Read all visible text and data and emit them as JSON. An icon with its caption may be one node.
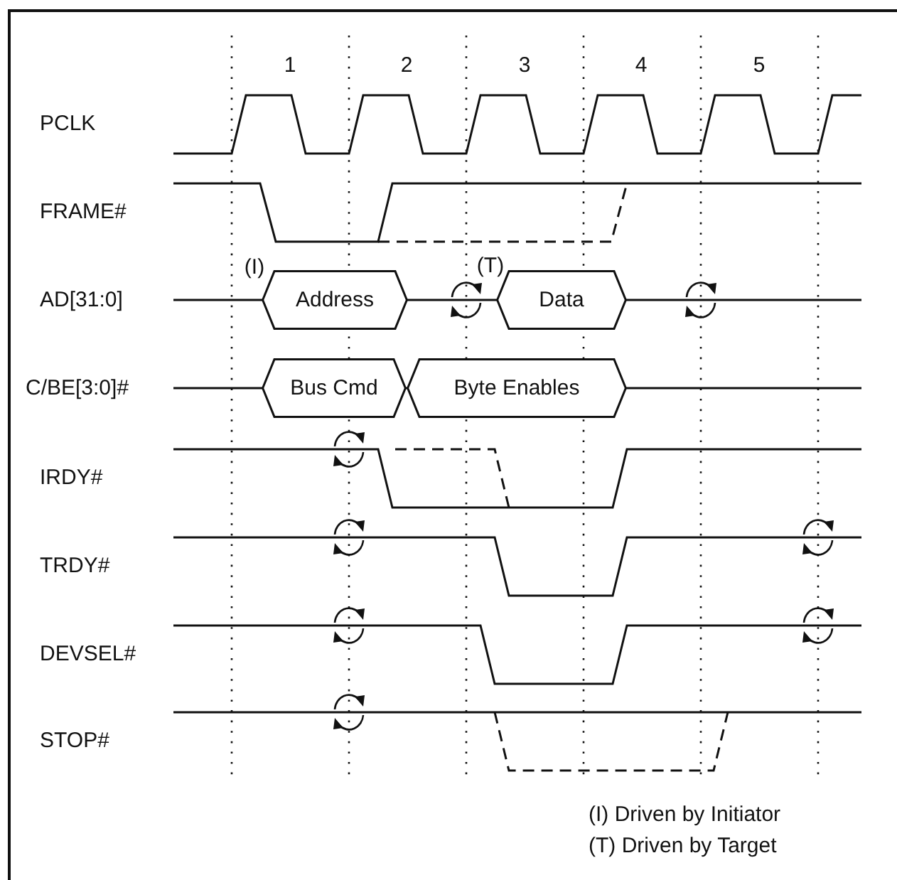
{
  "diagram": {
    "nodes": [
      {
        "text": [
          "Address"
        ]
      },
      {
        "text": [
          "Data"
        ]
      },
      {
        "text": [
          "Bus Cmd"
        ]
      },
      {
        "text": [
          "Byte Enables"
        ]
      }
    ],
    "labels": [
      "1",
      "2",
      "3",
      "4",
      "5",
      "PCLK",
      "FRAME#",
      "(I)",
      "(T)",
      "AD[31:0]",
      "C/BE[3:0]#",
      "IRDY#",
      "TRDY#",
      "DEVSEL#",
      "STOP#",
      "(I) Driven by Initiator",
      "(T) Driven by Target"
    ]
  }
}
